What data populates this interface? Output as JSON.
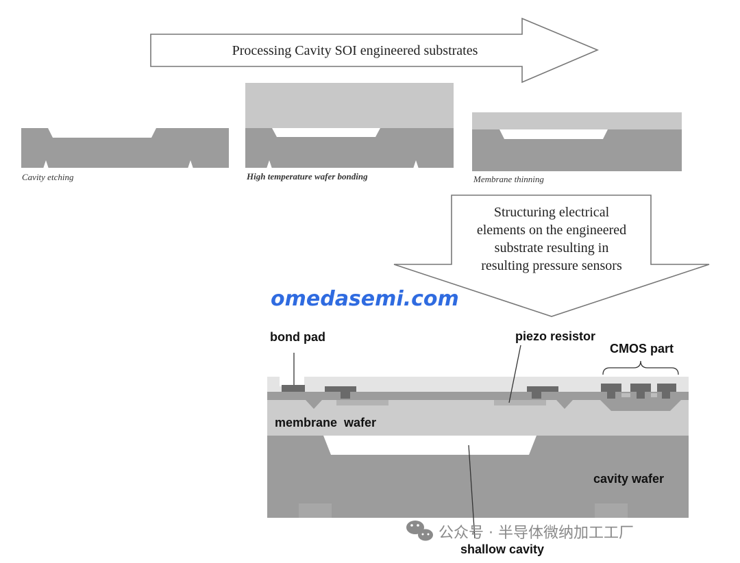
{
  "top_arrow": {
    "label": "Processing Cavity SOI engineered substrates"
  },
  "steps": [
    {
      "caption": "Cavity etching"
    },
    {
      "caption": "High temperature wafer bonding"
    },
    {
      "caption": "Membrane thinning"
    }
  ],
  "down_arrow": {
    "lines": [
      "Structuring electrical",
      "elements on the engineered",
      "substrate resulting in",
      "resulting pressure sensors"
    ]
  },
  "watermark": {
    "text": "omedasemi.com"
  },
  "sensor_labels": {
    "bond_pad": "bond pad",
    "piezo_resistor": "piezo resistor",
    "cmos_part": "CMOS part",
    "membrane_wafer": "membrane  wafer",
    "cavity_wafer": "cavity wafer",
    "shallow_cavity": "shallow cavity"
  },
  "footer": {
    "wechat_text": "公众号 · 半导体微纳加工工厂"
  },
  "colors": {
    "dark_wafer": "#9c9c9c",
    "light_wafer": "#cfcfcf",
    "cavity": "#ffffff",
    "outline": "#6a6a6a",
    "watermark_blue": "#2f6be0"
  }
}
